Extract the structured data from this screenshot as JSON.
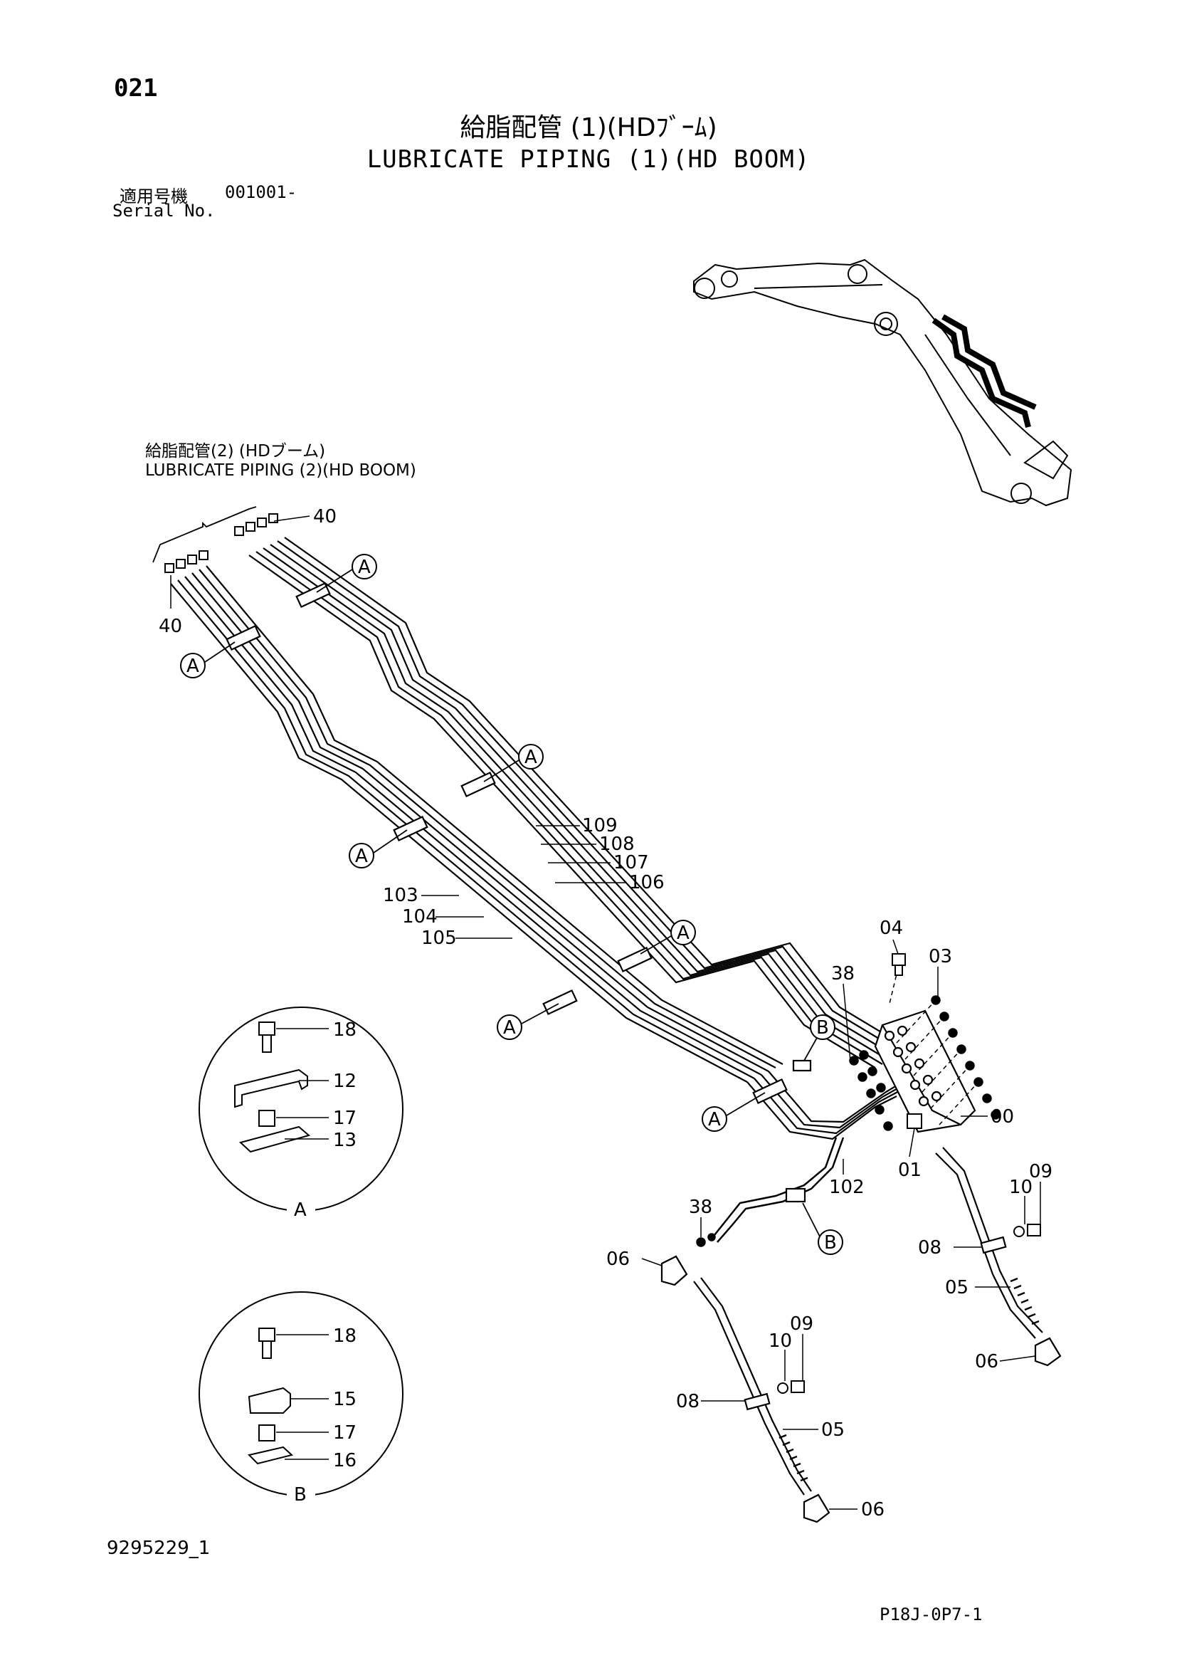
{
  "header": {
    "page_number": "021",
    "title_jp": "給脂配管 (1)(HDﾌﾞｰﾑ)",
    "title_en": "LUBRICATE PIPING (1)(HD BOOM)",
    "serial_label_jp": "適用号機",
    "serial_value": "001001-",
    "serial_label_en": "Serial No."
  },
  "reference": {
    "label_jp": "給脂配管(2) (HDブーム)",
    "label_en": "LUBRICATE  PIPING (2)(HD BOOM)"
  },
  "detail_views": [
    {
      "name": "A",
      "parts": [
        "18",
        "12",
        "17",
        "13"
      ]
    },
    {
      "name": "B",
      "parts": [
        "18",
        "15",
        "17",
        "16"
      ]
    }
  ],
  "clamp_callouts": {
    "A": "A",
    "B": "B"
  },
  "part_labels": {
    "p40": "40",
    "p103": "103",
    "p104": "104",
    "p105": "105",
    "p106": "106",
    "p107": "107",
    "p108": "108",
    "p109": "109",
    "p102": "102",
    "p00": "00",
    "p01": "01",
    "p03": "03",
    "p04": "04",
    "p38": "38",
    "p06": "06",
    "p05": "05",
    "p08": "08",
    "p09": "09",
    "p10": "10"
  },
  "footer": {
    "doc_code": "9295229_1",
    "plate_code": "P18J-0P7-1"
  }
}
